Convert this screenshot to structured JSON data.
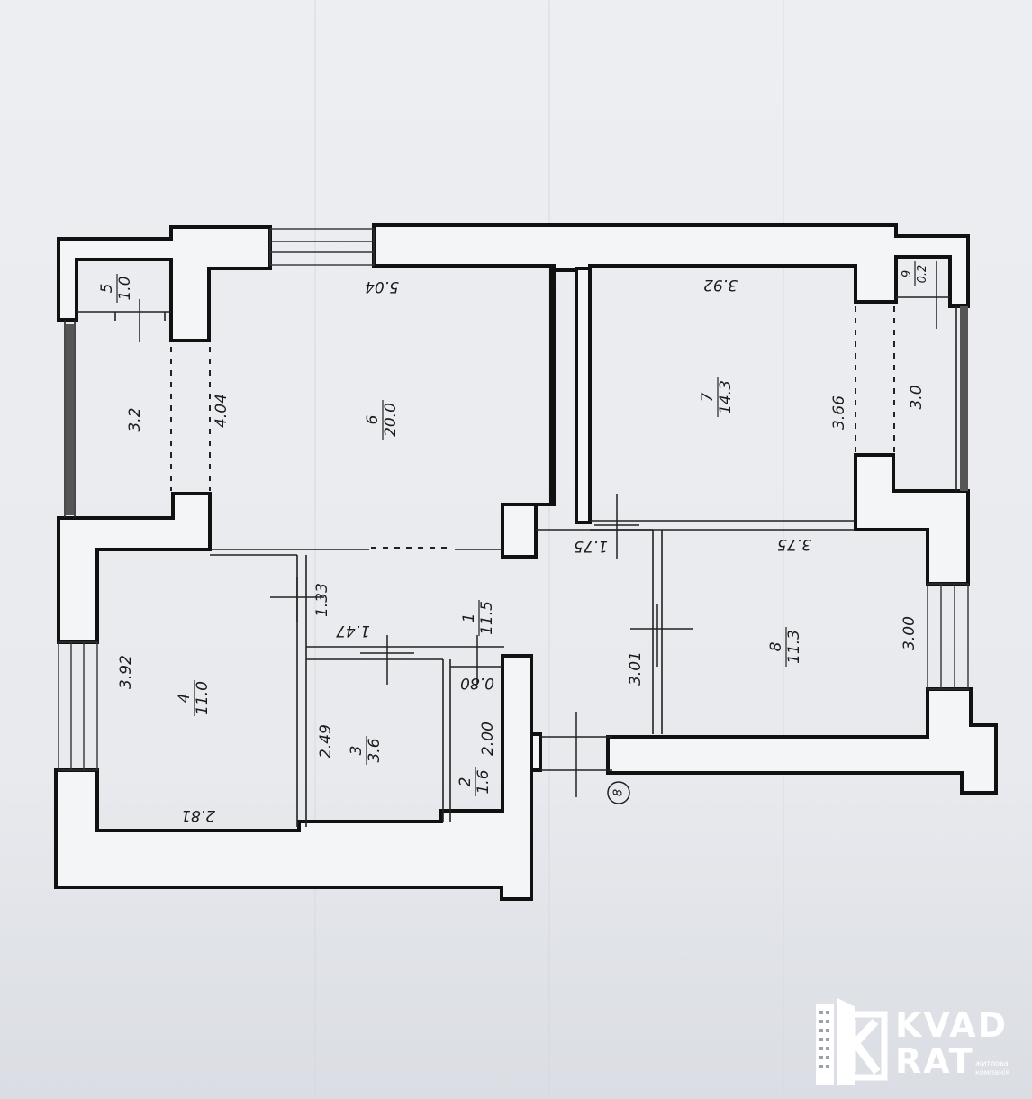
{
  "rooms": [
    {
      "id": "1",
      "area": "11.5"
    },
    {
      "id": "2",
      "area": "1.6"
    },
    {
      "id": "3",
      "area": "3.6"
    },
    {
      "id": "4",
      "area": "11.0"
    },
    {
      "id": "5",
      "area": "1.0"
    },
    {
      "id": "6",
      "area": "20.0"
    },
    {
      "id": "7",
      "area": "14.3"
    },
    {
      "id": "8",
      "area": "11.3"
    },
    {
      "id": "9",
      "area": "0.2"
    }
  ],
  "dimensions": {
    "room6_width": "5.04",
    "room6_depth": "4.04",
    "balcony_left": "3.2",
    "room7_width": "3.92",
    "room7_depth": "3.66",
    "balcony_right": "3.0",
    "hall_width": "1.75",
    "room8_width": "3.75",
    "room8_depth": "3.00",
    "hall_depth": "3.01",
    "passage_depth": "1.33",
    "passage_width": "1.47",
    "room4_depth": "3.92",
    "room4_width": "2.81",
    "room3_depth": "2.49",
    "room2_width": "0.80",
    "room2_depth": "2.00"
  },
  "axis_label": "8",
  "logo": {
    "line1": "KVAD",
    "line2": "RAT",
    "tagline": "житлова компанія"
  }
}
